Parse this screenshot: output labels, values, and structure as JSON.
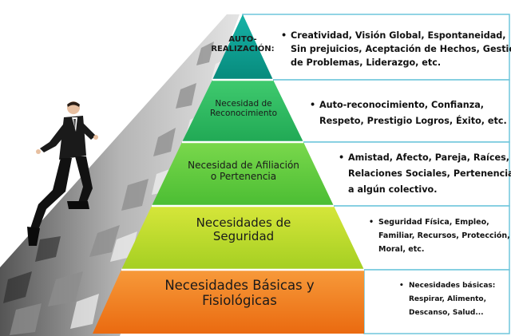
{
  "colors": {
    "level1": "#0a9b8e",
    "level2": "#2fba62",
    "level3": "#5fcb3e",
    "level4": "#b5d82b",
    "level5": "#f07e1a",
    "box_border": "#6fc6dc"
  },
  "pyramid": {
    "levels": [
      {
        "label_lines": [
          "AUTO-",
          "REALIZACIÓN:"
        ],
        "desc_lines": [
          "Creatividad, Visión Global, Espontaneidad,",
          "Sin prejuicios, Aceptación de Hechos, Gestión",
          "de Problemas,  Liderazgo, etc."
        ]
      },
      {
        "label_lines": [
          "Necesidad de",
          "Reconocimiento"
        ],
        "desc_lines": [
          "Auto-reconocimiento,  Confianza,",
          "Respeto, Prestigio Logros, Éxito, etc."
        ]
      },
      {
        "label_lines": [
          "Necesidad de Afiliación",
          "o Pertenencia"
        ],
        "desc_lines": [
          "Amistad, Afecto, Pareja, Raíces,",
          "Relaciones Sociales, Pertenencia",
          "a algún colectivo."
        ]
      },
      {
        "label_lines": [
          "Necesidades de",
          "Seguridad"
        ],
        "desc_lines": [
          "Seguridad Física, Empleo,",
          "Familiar, Recursos, Protección,",
          "Moral, etc."
        ]
      },
      {
        "label_lines": [
          "Necesidades Básicas y",
          "Fisiológicas"
        ],
        "desc_lines": [
          "Necesidades básicas:",
          "Respirar, Alimento,",
          "Descanso, Salud..."
        ]
      }
    ]
  }
}
